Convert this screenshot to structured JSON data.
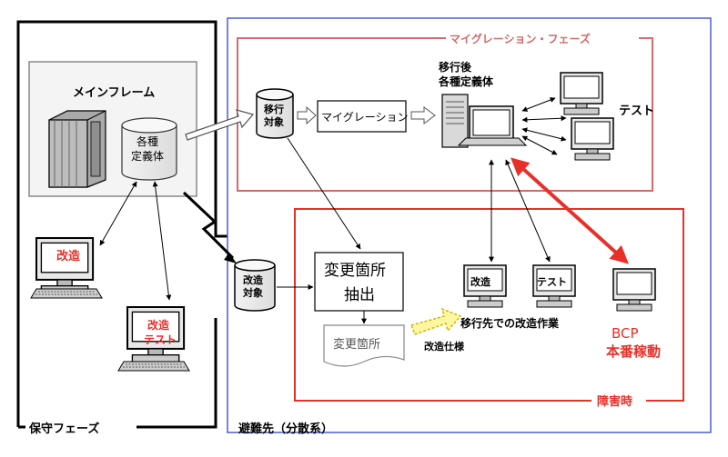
{
  "sections": {
    "maintenance_phase": "保守フェーズ",
    "evacuation_site": "避難先（分散系）",
    "migration_phase": "マイグレーション・フェーズ",
    "failure_time": "障害時"
  },
  "labels": {
    "mainframe": "メインフレーム",
    "definitions_l1": "各種",
    "definitions_l2": "定義体",
    "migrate_target_l1": "移行",
    "migrate_target_l2": "対象",
    "migration_process": "マイグレーション",
    "migrated_defs_l1": "移行後",
    "migrated_defs_l2": "各種定義体",
    "test": "テスト",
    "modify": "改造",
    "modify_test_l1": "改造",
    "modify_test_l2": "テスト",
    "mod_target_l1": "改造",
    "mod_target_l2": "対象",
    "change_extract_l1": "変更箇所",
    "change_extract_l2": "抽出",
    "change_doc": "変更箇所",
    "mod_spec": "改造仕様",
    "modify_small": "改造",
    "test_small": "テスト",
    "modify_work": "移行先での改造作業",
    "bcp_l1": "BCP",
    "bcp_l2": "本番稼動"
  },
  "colors": {
    "red": "#e8302a",
    "pink_border": "#d46a6a",
    "blue_border": "#4a5fd0",
    "black": "#000000"
  }
}
